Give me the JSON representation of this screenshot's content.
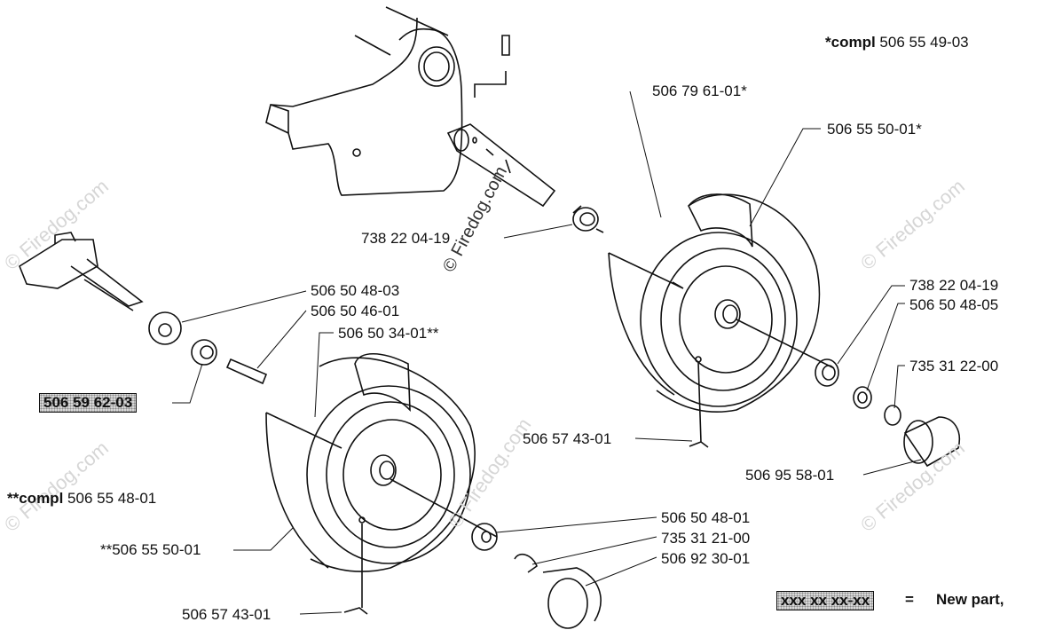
{
  "header": {
    "compl_star_prefix": "*compl",
    "compl_star_value": "506 55 49-03",
    "compl_double_prefix": "**compl",
    "compl_double_value": "506 55 48-01"
  },
  "parts": {
    "p_506796101": "506 79 61-01*",
    "p_506555001_star": "506 55 50-01*",
    "p_738220419_a": "738 22 04-19",
    "p_506504803": "506 50 48-03",
    "p_506504601": "506 50 46-01",
    "p_506503401": "506 50 34-01**",
    "p_506596203": "506 59 62-03",
    "p_738220419_b": "738 22 04-19",
    "p_506504805": "506 50 48-05",
    "p_735312200": "735 31 22-00",
    "p_506574301_a": "506 57 43-01",
    "p_506955801": "506 95 58-01",
    "p_506555001_dstar": "**506 55 50-01",
    "p_506504801": "506 50 48-01",
    "p_735312100": "735 31 21-00",
    "p_506923001": "506 92 30-01",
    "p_506574301_b": "506 57 43-01"
  },
  "legend": {
    "sample": "xxx xx xx-xx",
    "equals": "=",
    "text": "New part,"
  },
  "watermark": {
    "text": "© Firedog.com"
  }
}
